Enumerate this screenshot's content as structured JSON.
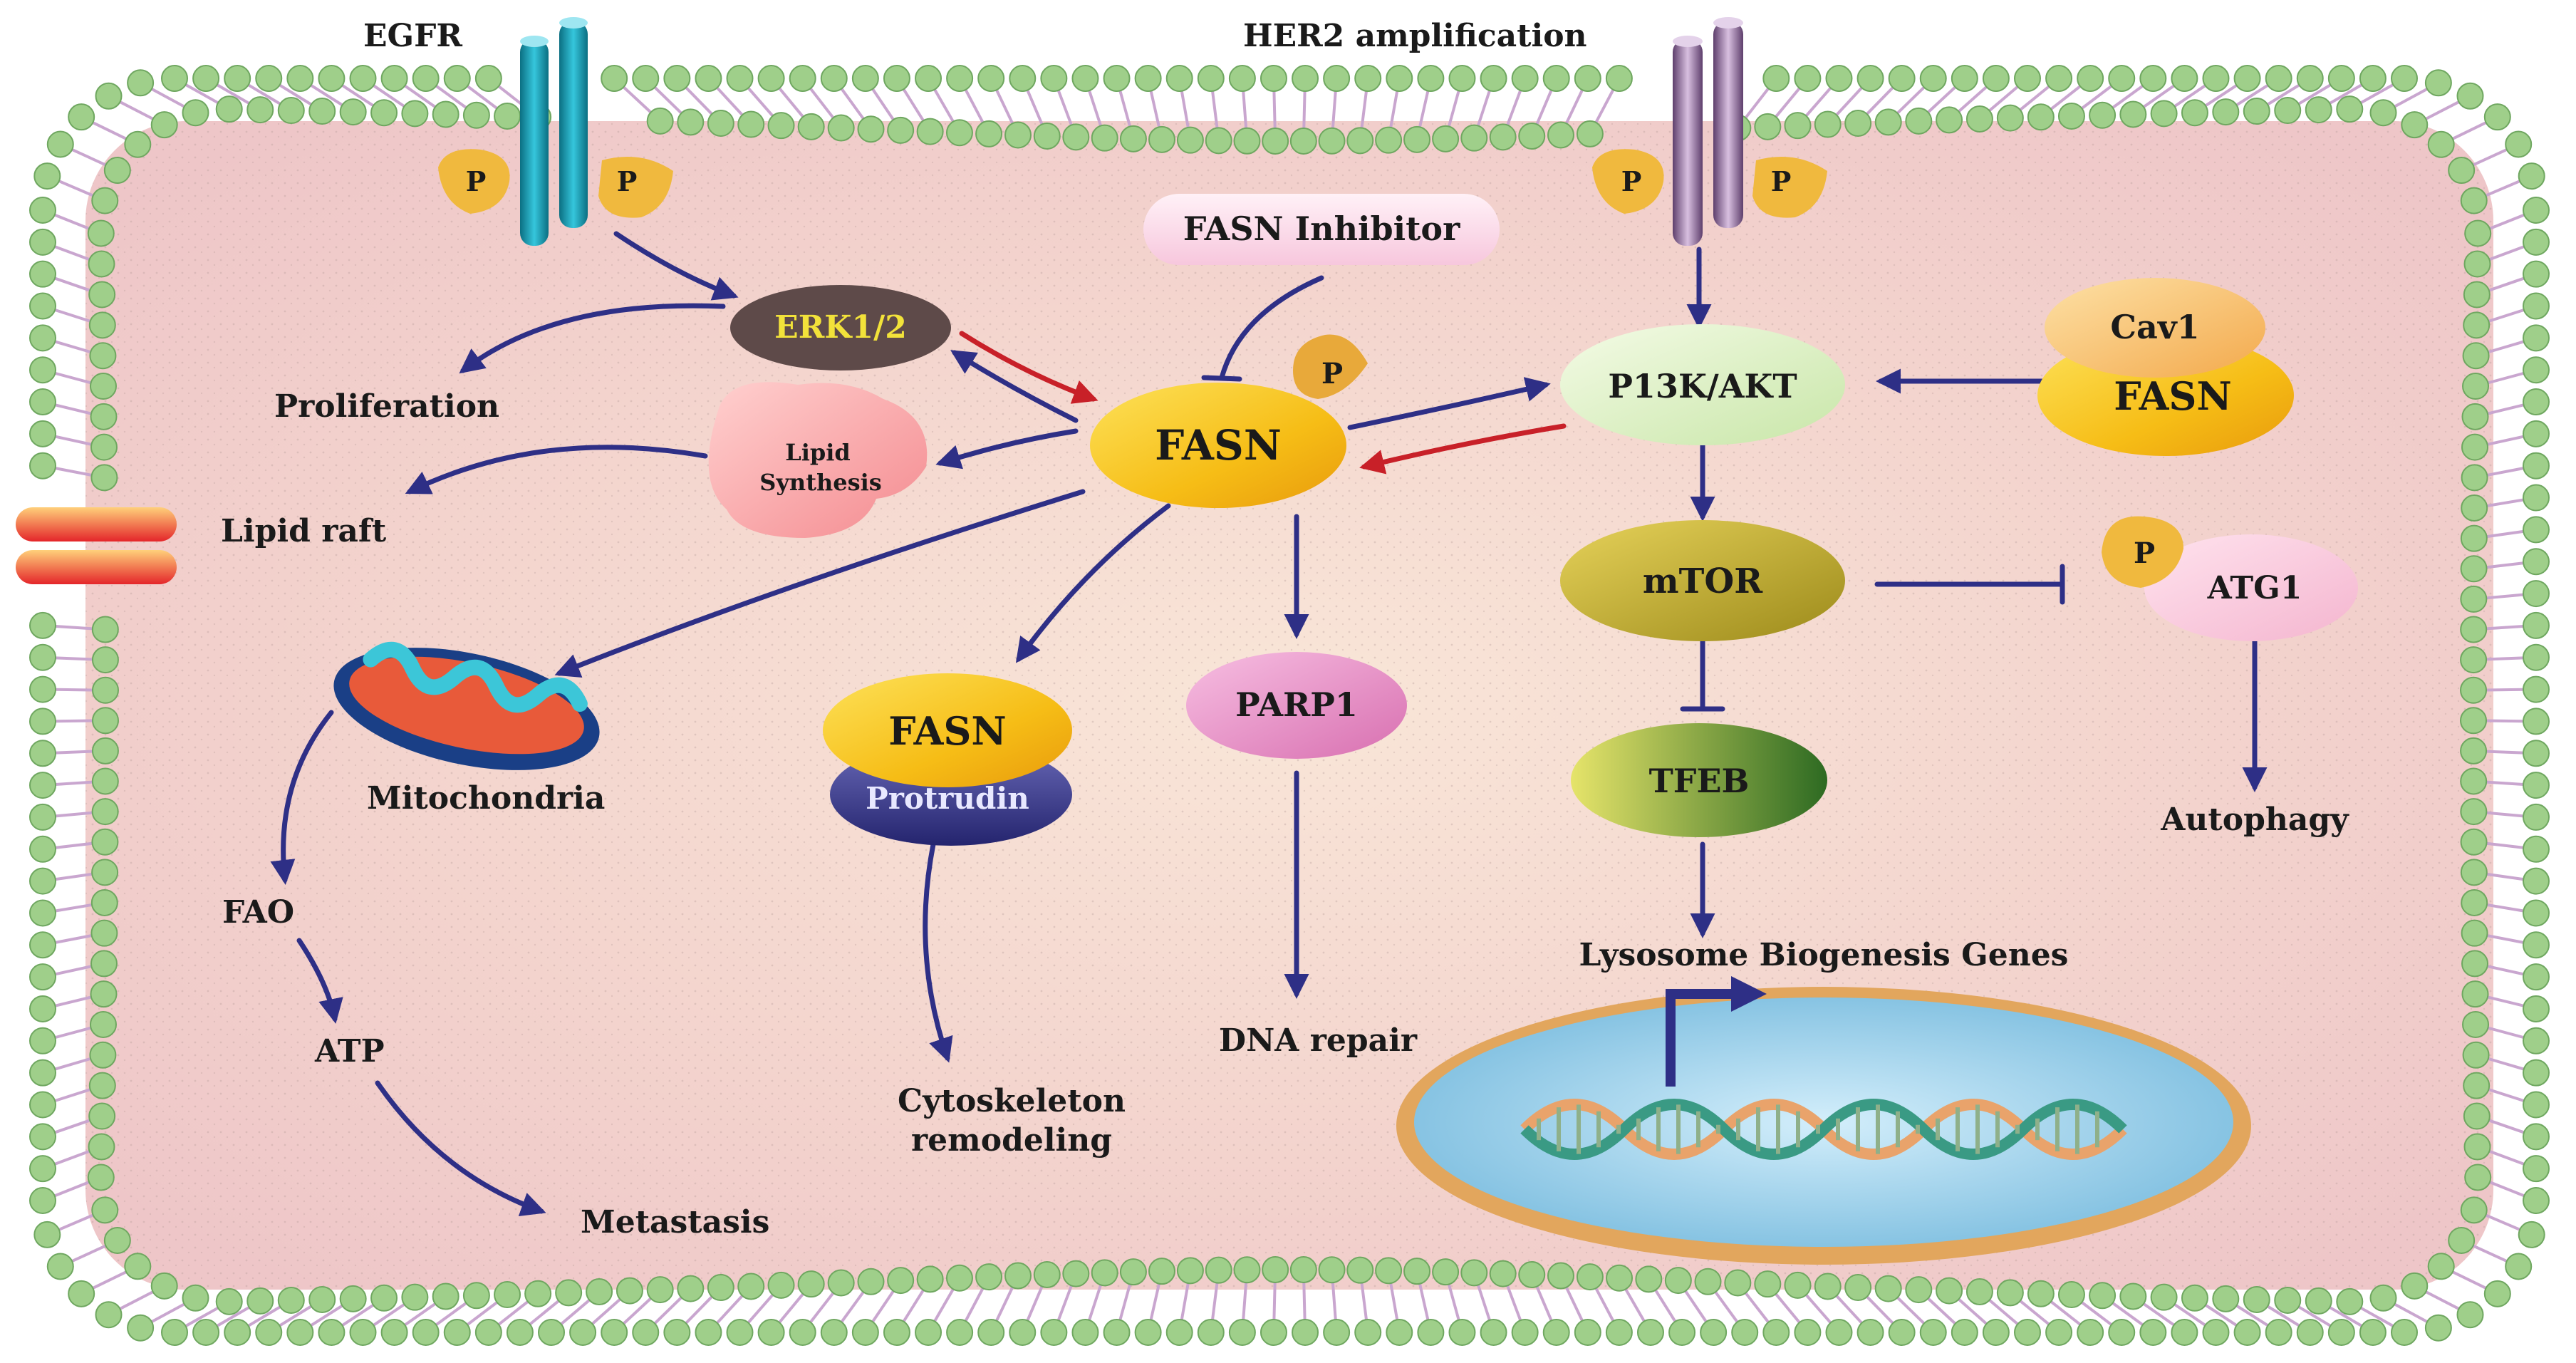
{
  "receptors": {
    "egfr": "EGFR",
    "her2": "HER2 amplification",
    "phospho": "P"
  },
  "nodes": {
    "erk": "ERK1/2",
    "fasn_center": "FASN",
    "fasn_inhibitor": "FASN Inhibitor",
    "pi3k": "P13K/AKT",
    "cav1": "Cav1",
    "fasn_cav": "FASN",
    "mtor": "mTOR",
    "atg1": "ATG1",
    "tfeb": "TFEB",
    "parp1": "PARP1",
    "fasn_prot": "FASN",
    "protrudin": "Protrudin",
    "lipid_synthesis_1": "Lipid",
    "lipid_synthesis_2": "Synthesis"
  },
  "labels": {
    "proliferation": "Proliferation",
    "lipid_raft": "Lipid raft",
    "mitochondria": "Mitochondria",
    "fao": "FAO",
    "atp": "ATP",
    "metastasis": "Metastasis",
    "cyto_1": "Cytoskeleton",
    "cyto_2": "remodeling",
    "dna_repair": "DNA repair",
    "lysosome": "Lysosome Biogenesis Genes",
    "autophagy": "Autophagy"
  },
  "colors": {
    "arrow": "#2e2f86",
    "activation_red": "#c82028",
    "membrane_bead": "#9fcf8a",
    "membrane_tail": "#c9a6cf",
    "cell_fill": "#f4d9d2",
    "fasn_yellow": "#f7c21b",
    "erk_brown": "#5e4a49",
    "erk_text": "#f2e23a",
    "egfr_teal": "#1f9fb4",
    "her2_purple": "#9a7aa6"
  }
}
